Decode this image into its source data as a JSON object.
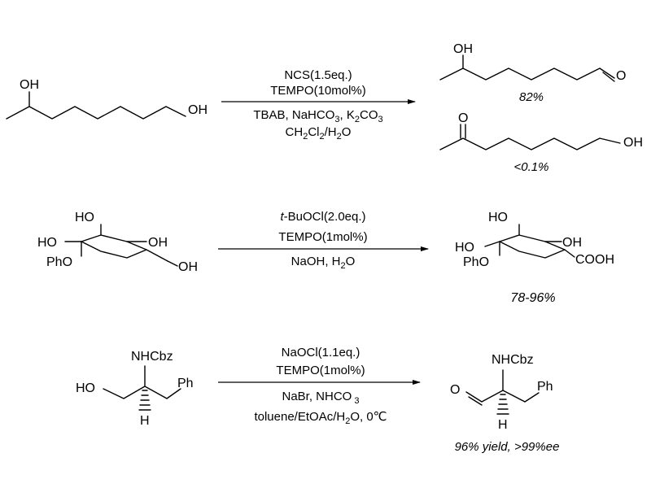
{
  "atoms": {
    "oh": "OH",
    "o": "O",
    "h": "H",
    "ho": "HO",
    "pho": "PhO",
    "cooh": "COOH",
    "nhcbz": "NHCbz",
    "ph": "Ph"
  },
  "reactions": [
    {
      "conditions": {
        "line1": "NCS(1.5eq.)",
        "line2": "TEMPO(10mol%)",
        "line3_a": "TBAB, NaHCO",
        "line3_sub1": "3",
        "line3_b": ", K",
        "line3_sub2": "2",
        "line3_c": "CO",
        "line3_sub3": "3",
        "line4_a": "CH",
        "line4_sub1": "2",
        "line4_b": "Cl",
        "line4_sub2": "2",
        "line4_c": "/H",
        "line4_sub3": "2",
        "line4_d": "O"
      },
      "yields": {
        "product_1": "82%",
        "product_2": "<0.1%"
      }
    },
    {
      "conditions": {
        "line1_italic": "t",
        "line1_rest": "-BuOCl(2.0eq.)",
        "line2": "TEMPO(1mol%)",
        "line3_a": "NaOH, H",
        "line3_sub": "2",
        "line3_b": "O"
      },
      "yields": {
        "product": "78-96%"
      }
    },
    {
      "conditions": {
        "line1": "NaOCl(1.1eq.)",
        "line2": "TEMPO(1mol%)",
        "line3_a": "NaBr, NHCO",
        "line3_sub": "3",
        "line4_a": "toluene/EtOAc/H",
        "line4_sub": "2",
        "line4_b": "O, 0℃"
      },
      "yields": {
        "product": "96% yield, >99%ee"
      }
    }
  ]
}
